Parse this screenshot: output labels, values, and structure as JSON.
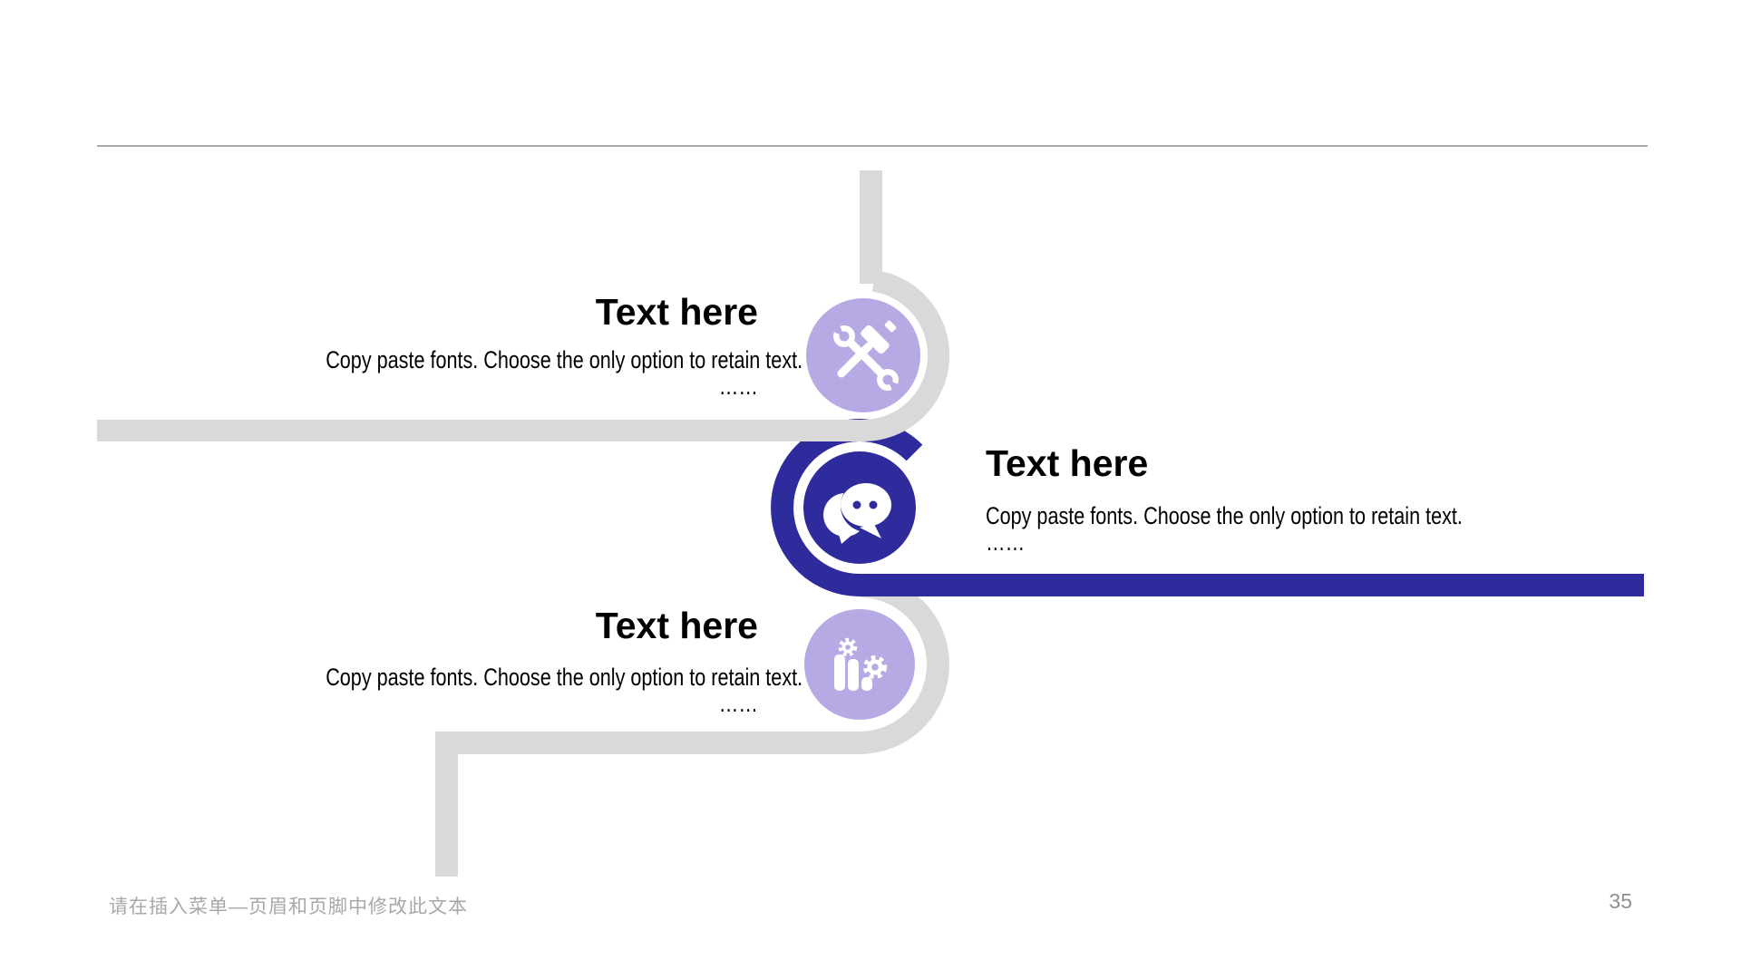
{
  "slide": {
    "sections": [
      {
        "title": "Text here",
        "body": "Copy paste fonts. Choose the only option to retain text.",
        "more": "……",
        "icon": "tools-icon"
      },
      {
        "title": "Text here",
        "body": "Copy paste fonts. Choose the only option to retain text.",
        "more": "……",
        "icon": "chat-icon"
      },
      {
        "title": "Text here",
        "body": "Copy paste fonts. Choose the only option to retain text.",
        "more": "……",
        "icon": "chart-gears-icon"
      }
    ],
    "footer": "请在插入菜单—页眉和页脚中修改此文本",
    "page_number": "35",
    "colors": {
      "accent_blue": "#2e2b9d",
      "accent_purple": "#b7a9e4",
      "path_gray": "#d9d9d9",
      "rule_gray": "#8c8c8c",
      "footer_gray": "#a8a8a8",
      "page_gray": "#8f8f8f"
    }
  }
}
